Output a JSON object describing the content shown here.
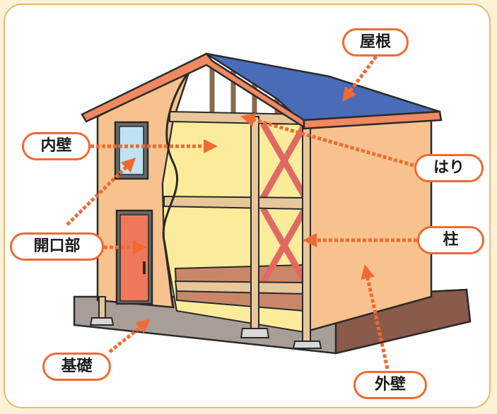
{
  "labels": {
    "yane": "屋根",
    "uchikabe": "内壁",
    "hari": "はり",
    "kaikoubu": "開口部",
    "hashira": "柱",
    "kiso": "基礎",
    "sotokabe": "外壁"
  },
  "colors": {
    "accent": "#ef6a32",
    "frame_border": "#f0b870",
    "background": "#fdf1d6",
    "roof": "#4a6bb8",
    "wall": "#f8c28e",
    "interior_wall": "#fdeb9c",
    "timber": "#e8c79b",
    "brace": "#e06a63",
    "foundation": "#a89e98",
    "door": "#f0785a",
    "window_glass": "#bfe3f5"
  }
}
